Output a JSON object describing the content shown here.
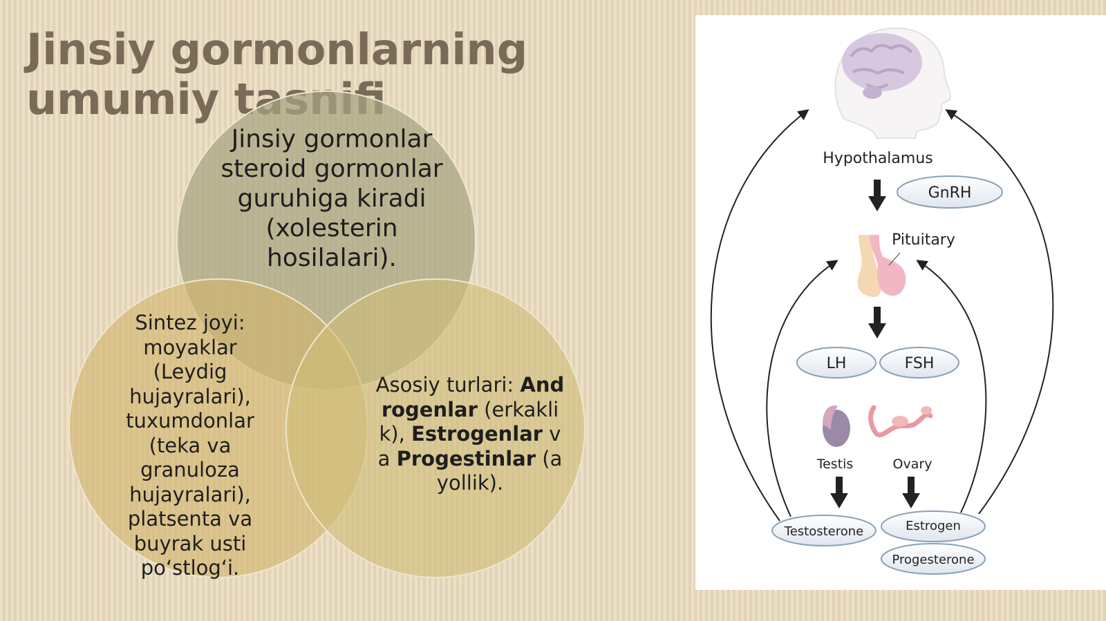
{
  "slide": {
    "title": "Jinsiy gormonlarning umumiy tasnifi"
  },
  "venn": {
    "top_text": "Jinsiy gormonlar steroid gormonlar guruhiga kiradi (xolesterin hosilalari).",
    "left_text": "Sintez joyi: moyaklar (Leydig hujayralari), tuxumdonlar (teka va granuloza hujayralari), platsenta va buyrak usti po‘stlog‘i.",
    "right_prefix": "Asosiy turlari: ",
    "right_b1": "Androgenlar",
    "right_t1": " (erkaklik), ",
    "right_b2": "Estrogenlar",
    "right_t2": " va ",
    "right_b3": "Progestinlar",
    "right_t3": " (ayollik)."
  },
  "diagram": {
    "hypothalamus": "Hypothalamus",
    "gnrh": "GnRH",
    "pituitary": "Pituitary",
    "lh": "LH",
    "fsh": "FSH",
    "testis": "Testis",
    "ovary": "Ovary",
    "testosterone": "Testosterone",
    "estrogen": "Estrogen",
    "progesterone": "Progesterone"
  },
  "colors": {
    "background": "#e7d8bb",
    "title": "#7a6a58",
    "circle_top": "#a7a381",
    "circle_left": "#d2b56a",
    "circle_right": "#cfbd78"
  }
}
